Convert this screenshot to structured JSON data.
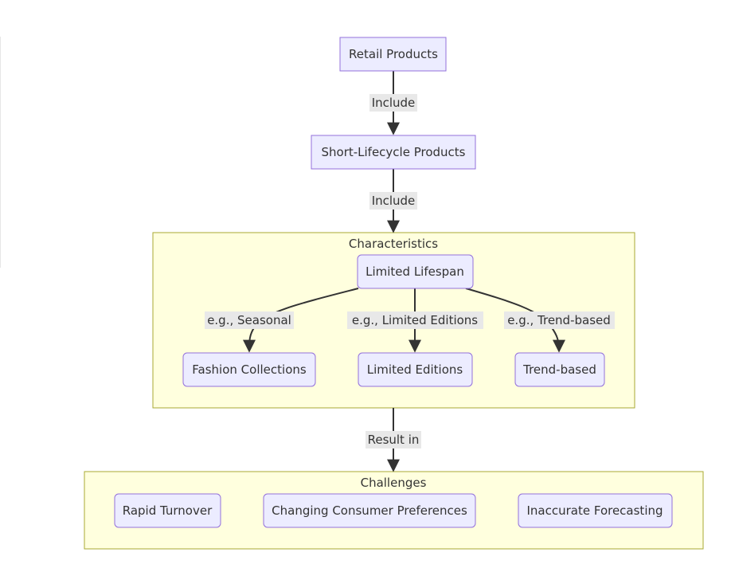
{
  "nodes": {
    "retail_products": "Retail Products",
    "short_lifecycle": "Short-Lifecycle Products",
    "limited_lifespan": "Limited Lifespan",
    "fashion_collections": "Fashion Collections",
    "limited_editions": "Limited Editions",
    "trend_based": "Trend-based",
    "rapid_turnover": "Rapid Turnover",
    "changing_preferences": "Changing Consumer Preferences",
    "inaccurate_forecasting": "Inaccurate Forecasting"
  },
  "clusters": {
    "characteristics": "Characteristics",
    "challenges": "Challenges"
  },
  "edges": {
    "retail_to_short": "Include",
    "short_to_characteristics": "Include",
    "lifespan_to_fashion": "e.g., Seasonal",
    "lifespan_to_limited": "e.g., Limited Editions",
    "lifespan_to_trend": "e.g., Trend-based",
    "characteristics_to_challenges": "Result in"
  },
  "colors": {
    "node_fill": "#ECECFF",
    "node_stroke": "#9370DB",
    "cluster_fill": "#ffffde",
    "cluster_stroke": "#aaaa33",
    "edge": "#333333",
    "edge_label_bg": "#e8e8e8"
  }
}
